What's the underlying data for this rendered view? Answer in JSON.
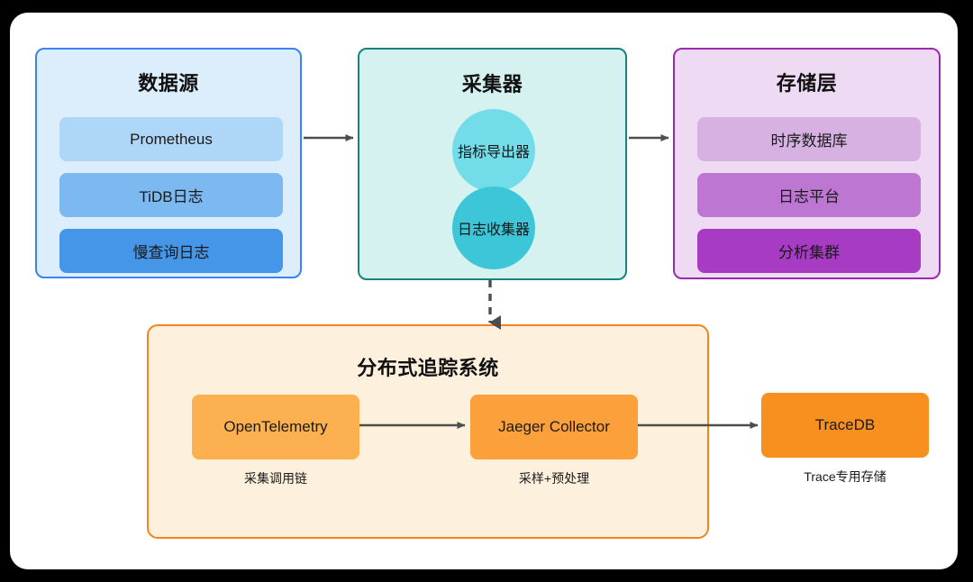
{
  "diagram": {
    "title_visible": false,
    "panels": {
      "datasource": {
        "title": "数据源",
        "items": [
          {
            "label": "Prometheus",
            "color": "#aed6f7"
          },
          {
            "label": "TiDB日志",
            "color": "#7cb9f0"
          },
          {
            "label": "慢查询日志",
            "color": "#4596e8"
          }
        ],
        "border_color": "#3b82f6",
        "fill_color": "#dceefc"
      },
      "collector": {
        "title": "采集器",
        "nodes": [
          {
            "label": "指标导出器",
            "shape": "circle",
            "color": "#72dce8"
          },
          {
            "label": "日志收集器",
            "shape": "circle",
            "color": "#3cc6d8"
          }
        ],
        "border_color": "#18827c",
        "fill_color": "#d6f2f0"
      },
      "storage": {
        "title": "存储层",
        "items": [
          {
            "label": "时序数据库",
            "color": "#d7b1e2"
          },
          {
            "label": "日志平台",
            "color": "#bd77d2"
          },
          {
            "label": "分析集群",
            "color": "#a83bc4"
          }
        ],
        "border_color": "#9c27b0",
        "fill_color": "#eedaf3"
      },
      "tracing": {
        "title": "分布式追踪系统",
        "nodes": [
          {
            "label": "OpenTelemetry",
            "caption": "采集调用链",
            "color": "#fcb050"
          },
          {
            "label": "Jaeger Collector",
            "caption": "采样+预处理",
            "color": "#fba03a"
          }
        ],
        "border_color": "#f28321",
        "fill_color": "#fdf0dd"
      }
    },
    "external_node": {
      "label": "TraceDB",
      "caption": "Trace专用存储",
      "color": "#f7901e"
    },
    "connectors": [
      {
        "name": "datasource-to-collector",
        "style": "solid",
        "direction": "right"
      },
      {
        "name": "collector-to-storage",
        "style": "solid",
        "direction": "right"
      },
      {
        "name": "collector-to-tracing",
        "style": "dashed",
        "direction": "down"
      },
      {
        "name": "otel-to-jaeger",
        "style": "solid",
        "direction": "right"
      },
      {
        "name": "jaeger-to-tracedb",
        "style": "solid",
        "direction": "right"
      }
    ],
    "colors": {
      "canvas": "#ffffff",
      "backdrop": "#000000",
      "arrow": "#4d4d4d"
    }
  }
}
